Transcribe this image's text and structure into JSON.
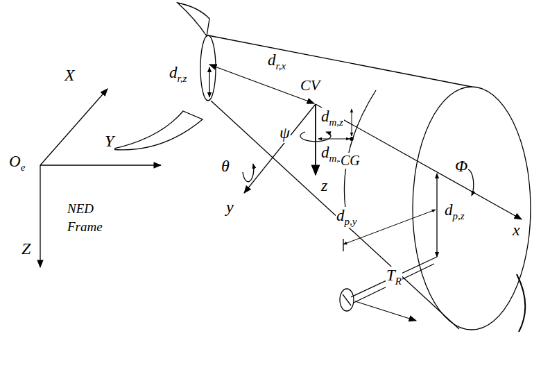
{
  "diagram": {
    "labels": [
      "X",
      "Y",
      "Oe",
      "NED",
      "Frame",
      "Z",
      "dr,x",
      "dr,z",
      "CV",
      "dm,z",
      "dm,x",
      "CG",
      "ψ",
      "θ",
      "y",
      "z",
      "Φ",
      "dp,z",
      "x",
      "dp,y",
      "TR"
    ]
  }
}
